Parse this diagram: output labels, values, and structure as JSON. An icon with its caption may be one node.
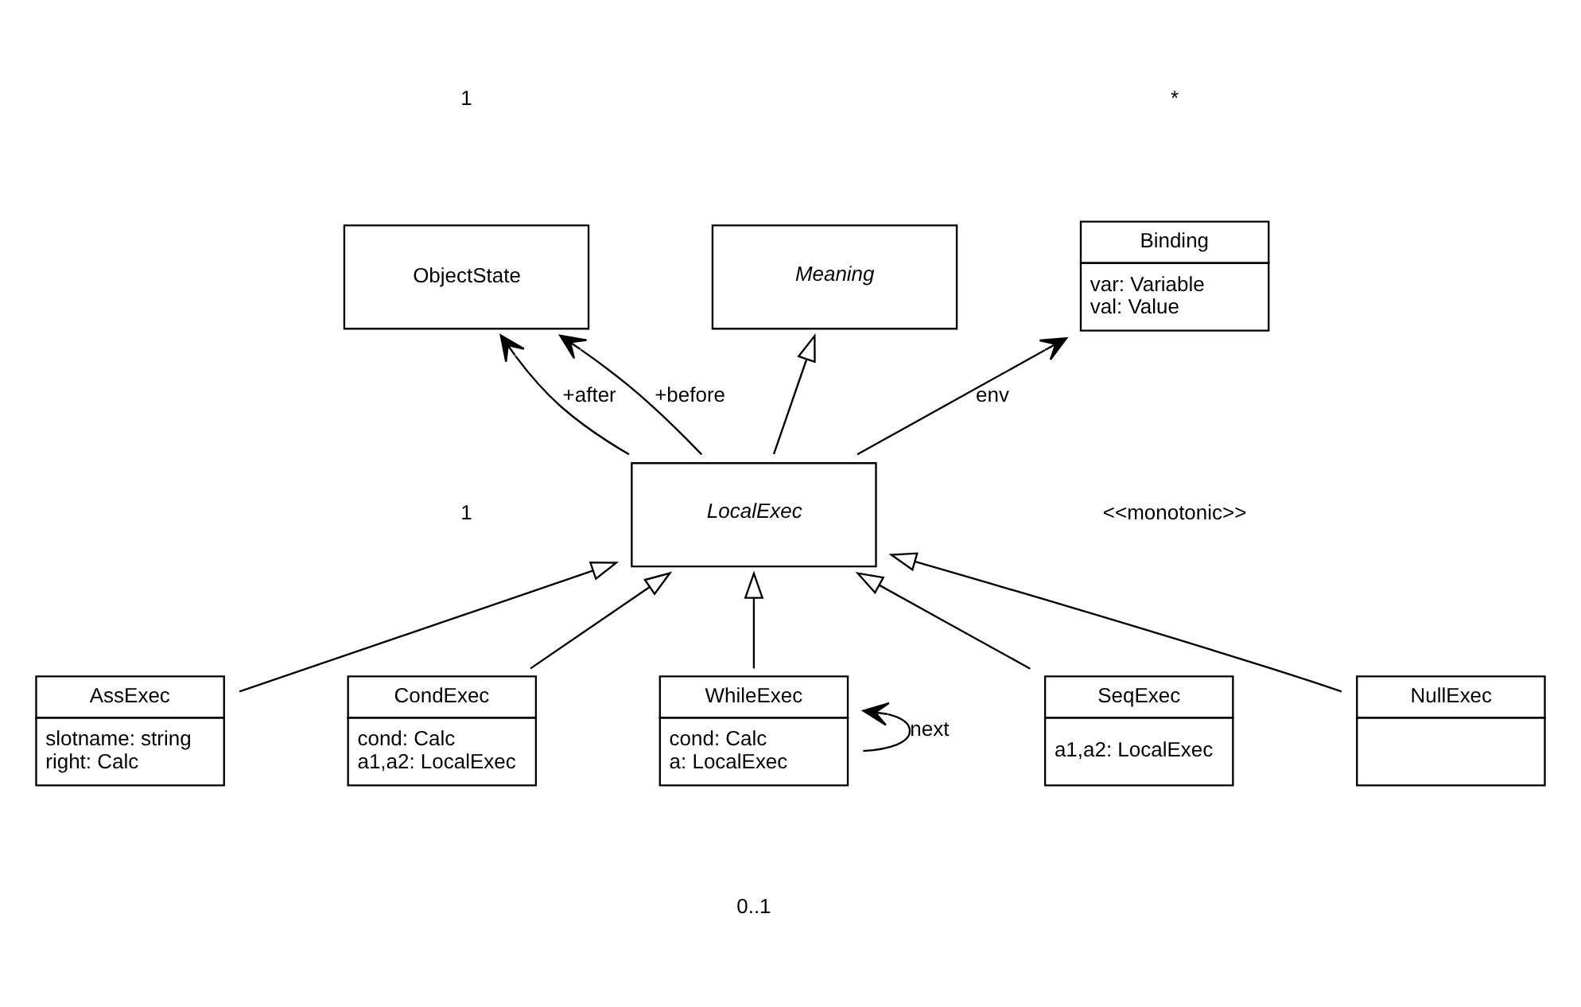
{
  "diagram": {
    "nodes": [
      {
        "text": [
          "Meaning"
        ]
      },
      {
        "text": [
          "ObjectState"
        ]
      },
      {
        "text": [
          "LocalExec"
        ]
      },
      {
        "text": [
          "Binding",
          "var: Variable",
          "val: Value"
        ]
      },
      {
        "text": [
          "AssExec",
          "slotname: string",
          "right: Calc"
        ]
      },
      {
        "text": [
          "CondExec",
          "cond: Calc",
          "a1,a2: LocalExec"
        ]
      },
      {
        "text": [
          "WhileExec",
          "cond: Calc",
          "a: LocalExec"
        ]
      },
      {
        "text": [
          "SeqExec",
          "a1,a2: LocalExec"
        ]
      },
      {
        "text": [
          "NullExec"
        ]
      }
    ],
    "edges": [
      {
        "from": 2,
        "to": 0,
        "arrow": "to"
      },
      {
        "from": 2,
        "to": 1,
        "arrow": "to",
        "label": "+before"
      },
      {
        "from": 2,
        "to": 1,
        "arrow": "to",
        "label": "+after"
      },
      {
        "from": 2,
        "to": 3,
        "arrow": "to",
        "label": "env"
      },
      {
        "from": 4,
        "to": 2,
        "arrow": "to"
      },
      {
        "from": 5,
        "to": 2,
        "arrow": "to"
      },
      {
        "from": 6,
        "to": 2,
        "arrow": "to"
      },
      {
        "from": 7,
        "to": 2,
        "arrow": "to"
      },
      {
        "from": 8,
        "to": 2,
        "arrow": "to"
      },
      {
        "from": 6,
        "to": 6,
        "arrow": "to",
        "label": "next"
      }
    ],
    "labels": [
      "1",
      "*",
      "<<monotonic>>",
      "1",
      "0..1"
    ]
  }
}
